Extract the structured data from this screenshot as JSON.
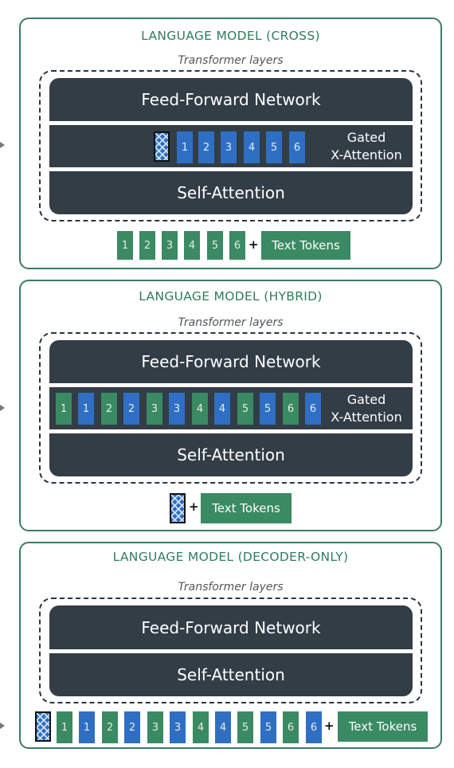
{
  "layers_label": "Transformer layers",
  "ffn_label": "Feed-Forward Network",
  "self_attention_label": "Self-Attention",
  "gated_label_line1": "Gated",
  "gated_label_line2": "X-Attention",
  "text_tokens_label": "Text Tokens",
  "plus": "+",
  "token_numbers": [
    "1",
    "2",
    "3",
    "4",
    "5",
    "6"
  ],
  "panels": {
    "cross": {
      "title": "LANGUAGE MODEL (CROSS)"
    },
    "hybrid": {
      "title": "LANGUAGE MODEL (HYBRID)"
    },
    "decoder": {
      "title": "LANGUAGE MODEL (DECODER-ONLY)"
    }
  },
  "colors": {
    "border_green": "#3b7d63",
    "title_green": "#2f7d5b",
    "block_dark": "#323d46",
    "token_blue": "#2e6fc4",
    "token_green": "#3a8a63"
  }
}
